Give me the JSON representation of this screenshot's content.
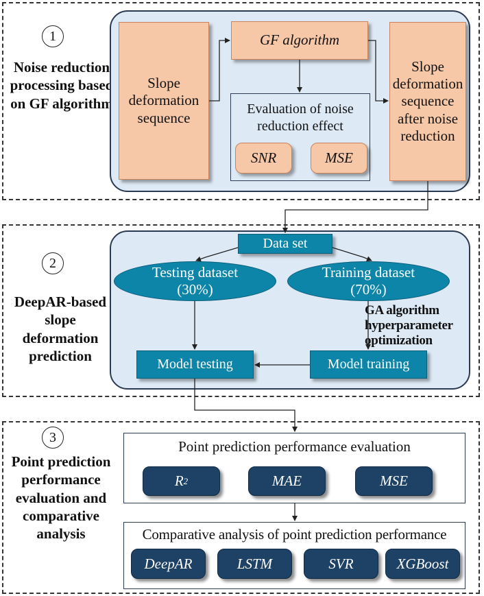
{
  "section1": {
    "number": "1",
    "label": "Noise reduction processing based on GF algorithm",
    "input": "Slope deformation sequence",
    "gf": "GF algorithm",
    "evaluation_title": "Evaluation of noise reduction effect",
    "metric_a": "SNR",
    "metric_b": "MSE",
    "output": "Slope deformation sequence after noise reduction"
  },
  "section2": {
    "number": "2",
    "label": "DeepAR-based slope deformation prediction",
    "dataset": "Data set",
    "testing_line1": "Testing dataset",
    "testing_line2": "(30%)",
    "training_line1": "Training dataset",
    "training_line2": "(70%)",
    "ga": "GA algorithm hyperparameter optimization",
    "model_testing": "Model testing",
    "model_training": "Model training"
  },
  "section3": {
    "number": "3",
    "label": "Point prediction performance evaluation and comparative analysis",
    "eval_title": "Point prediction performance evaluation",
    "metric_r2": "R",
    "metric_r2_sup": "2",
    "metric_mae": "MAE",
    "metric_mse": "MSE",
    "compare_title": "Comparative analysis of point prediction performance",
    "models": [
      "DeepAR",
      "LSTM",
      "SVR",
      "XGBoost"
    ]
  }
}
